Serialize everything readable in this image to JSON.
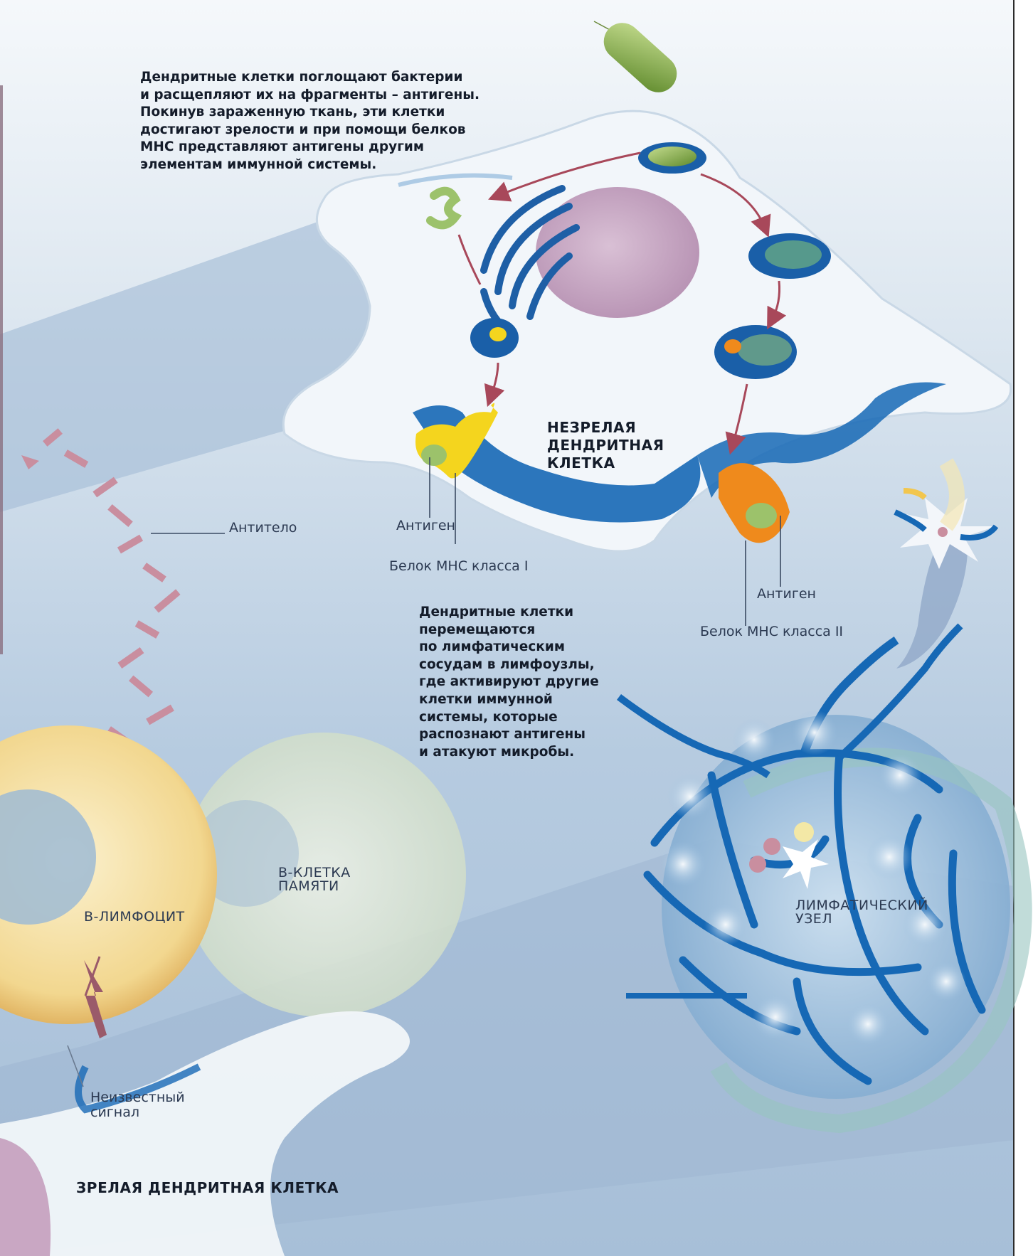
{
  "texts": {
    "intro": "Дендритные клетки поглощают бактерии\nи расщепляют их на фрагменты – антигены.\nПокинув зараженную ткань, эти клетки\nдостигают зрелости и при помощи белков\nМНС представляют антигены другим\nэлементам иммунной системы.",
    "immature": "НЕЗРЕЛАЯ\nДЕНДРИТНАЯ\nКЛЕТКА",
    "antibody": "Антитело",
    "antigen_1": "Антиген",
    "mhc1": "Белок МНС класса I",
    "antigen_2": "Антиген",
    "mhc2": "Белок МНС класса II",
    "migration": "Дендритные клетки\nперемещаются\nпо лимфатическим\nсосудам в лимфоузлы,\nгде активируют другие\nклетки иммунной\nсистемы, которые\nраспознают антигены\nи атакуют микробы.",
    "memory_b": "В-КЛЕТКА\nПАМЯТИ",
    "b_lymph": "В-ЛИМФОЦИТ",
    "lymph_node": "ЛИМФАТИЧЕСКИЙ\nУЗЕЛ",
    "unknown_signal": "Неизвестный\nсигнал",
    "mature": "ЗРЕЛАЯ ДЕНДРИТНАЯ КЛЕТКА"
  },
  "colors": {
    "background": "#b5cbe0",
    "cell_membrane": "#f1f5f9",
    "membrane_edge": "#1565b0",
    "nucleus": "#c9a9c4",
    "bacterium": "#8bb24e",
    "mhc_class_1": "#f4d51e",
    "mhc_class_2": "#ef8a1c",
    "antigen": "#9cc26b",
    "b_lymphocyte": "#f0cc7e",
    "antibody": "#c98e9f"
  }
}
